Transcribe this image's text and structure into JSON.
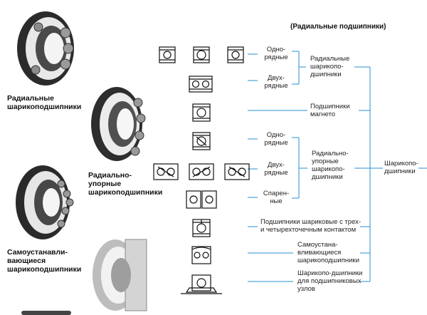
{
  "header": "(Радиальные подшипники)",
  "photos": [
    {
      "label": "Радиальные шарикоподшипники"
    },
    {
      "label": "Радиально-упорные шарикоподшипники"
    },
    {
      "label": "Самоустанавли-вающиеся шарикоподшипники"
    }
  ],
  "photo_labels": {
    "p1_l1": "Радиальные",
    "p1_l2": "шарикоподшипники",
    "p2_l1": "Радиально-",
    "p2_l2": "упорные",
    "p2_l3": "шарикоподшипники",
    "p3_l1": "Самоустанавли-",
    "p3_l2": "вающиеся",
    "p3_l3": "шарикоподшипники"
  },
  "labels": {
    "odno1_a": "Одно-",
    "odno1_b": "рядные",
    "dvuh1_a": "Двух-",
    "dvuh1_b": "рядные",
    "rad_a": "Радиальные",
    "rad_b": "шарикопо-",
    "rad_c": "дшипники",
    "magneto_a": "Подшипники",
    "magneto_b": "магнето",
    "odno2_a": "Одно-",
    "odno2_b": "рядные",
    "dvuh2_a": "Двух-",
    "dvuh2_b": "рядные",
    "spar_a": "Спарен-",
    "spar_b": "ные",
    "radup_a": "Радиально-",
    "radup_b": "упорные",
    "radup_c": "шарикопо-",
    "radup_d": "дшипники",
    "sharik_a": "Шарикопо-",
    "sharik_b": "дшипники",
    "three_a": "Подшипники шариковые с трех-",
    "three_b": "и четырехточечным контактом",
    "self_a": "Самоустана-",
    "self_b": "вливающиеся",
    "self_c": "шарикоподшипники",
    "unit_a": "Шарикопо-дшипники",
    "unit_b": "для подшипниковых",
    "unit_c": "узлов"
  },
  "colors": {
    "line": "#2a8fd0",
    "ink": "#111111"
  }
}
